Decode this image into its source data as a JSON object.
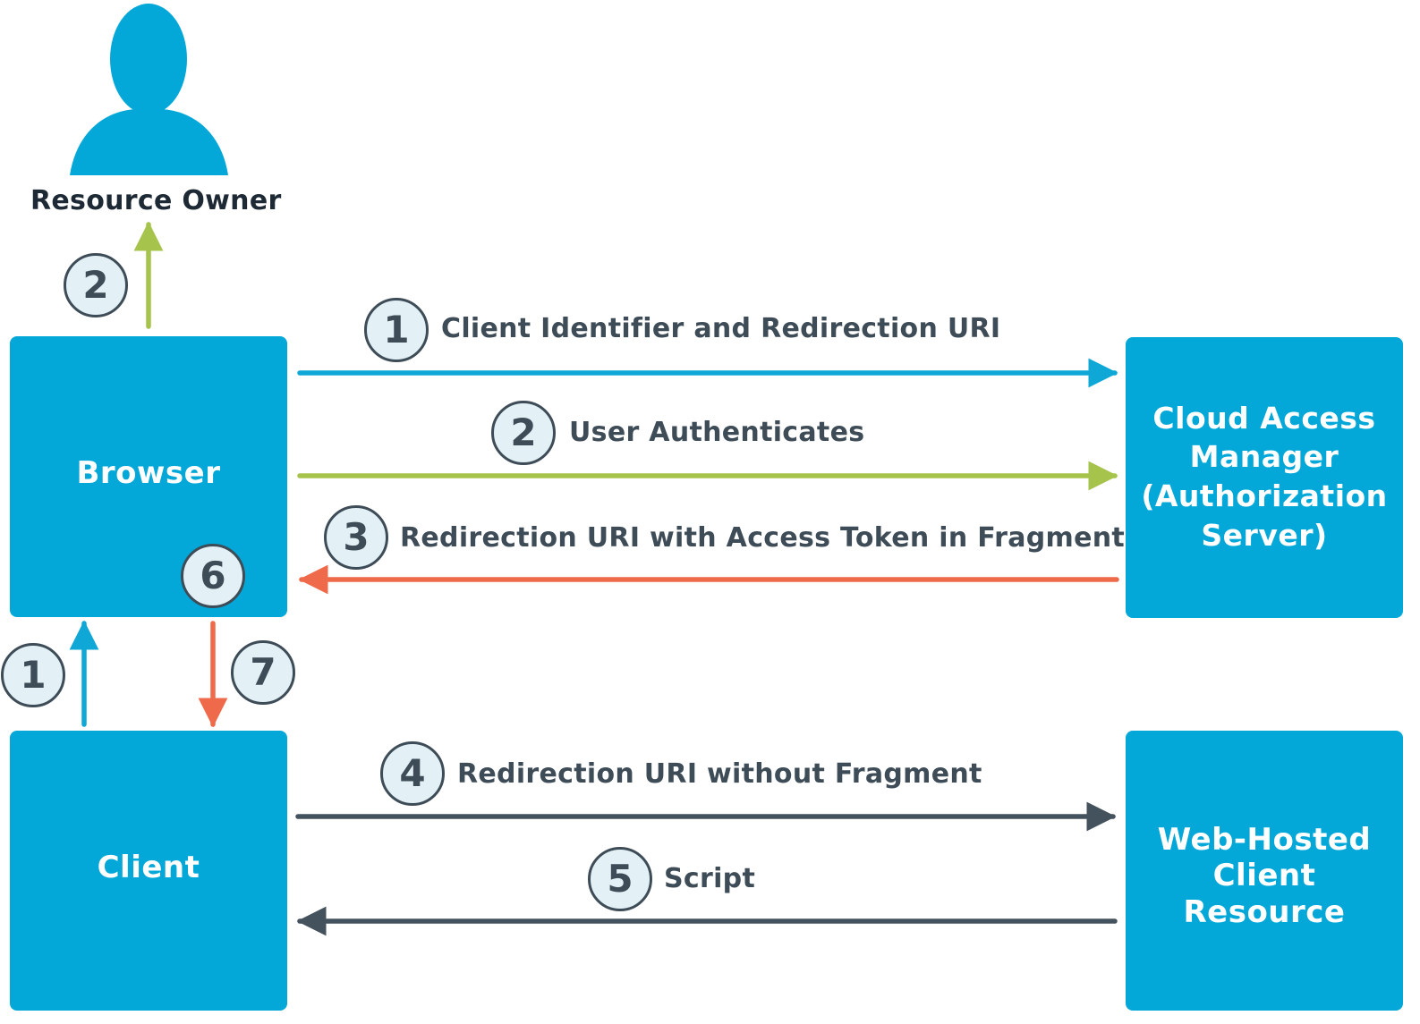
{
  "colors": {
    "box": "#03a8d8",
    "person": "#03a8d8",
    "step_circle_fill": "#e3f1f6",
    "step_circle_border": "#3e4c57",
    "text_dark": "#3e4c57",
    "arrow_blue": "#0fa8d6",
    "arrow_green": "#a6c44b",
    "arrow_orange": "#ee6a4b",
    "arrow_dark": "#44525d"
  },
  "actors": {
    "resource_owner": {
      "label": "Resource Owner",
      "icon": "person-icon"
    },
    "browser": {
      "label": "Browser"
    },
    "client": {
      "label": "Client"
    },
    "cloud_access_manager": {
      "label": "Cloud Access\nManager\n(Authorization\nServer)"
    },
    "web_hosted_client_resource": {
      "label": "Web-Hosted\nClient\nResource"
    }
  },
  "messages": [
    {
      "step": "1",
      "label": "Client Identifier and Redirection URI",
      "from": "Browser",
      "to": "Cloud Access Manager",
      "color": "#0fa8d6"
    },
    {
      "step": "2",
      "label": "User Authenticates",
      "from": "Browser",
      "to": "Cloud Access Manager",
      "color": "#a6c44b"
    },
    {
      "step": "3",
      "label": "Redirection URI with Access Token in Fragment",
      "from": "Cloud Access Manager",
      "to": "Browser",
      "color": "#ee6a4b"
    },
    {
      "step": "4",
      "label": "Redirection URI without Fragment",
      "from": "Client",
      "to": "Web-Hosted Client Resource",
      "color": "#44525d"
    },
    {
      "step": "5",
      "label": "Script",
      "from": "Web-Hosted Client Resource",
      "to": "Client",
      "color": "#44525d"
    }
  ],
  "vertical_steps": [
    {
      "step": "2",
      "from": "Browser",
      "to": "Resource Owner",
      "color": "#a6c44b"
    },
    {
      "step": "1",
      "from": "Client",
      "to": "Browser",
      "color": "#0fa8d6"
    },
    {
      "step": "6",
      "at": "Browser"
    },
    {
      "step": "7",
      "from": "Browser",
      "to": "Client",
      "color": "#ee6a4b"
    }
  ]
}
